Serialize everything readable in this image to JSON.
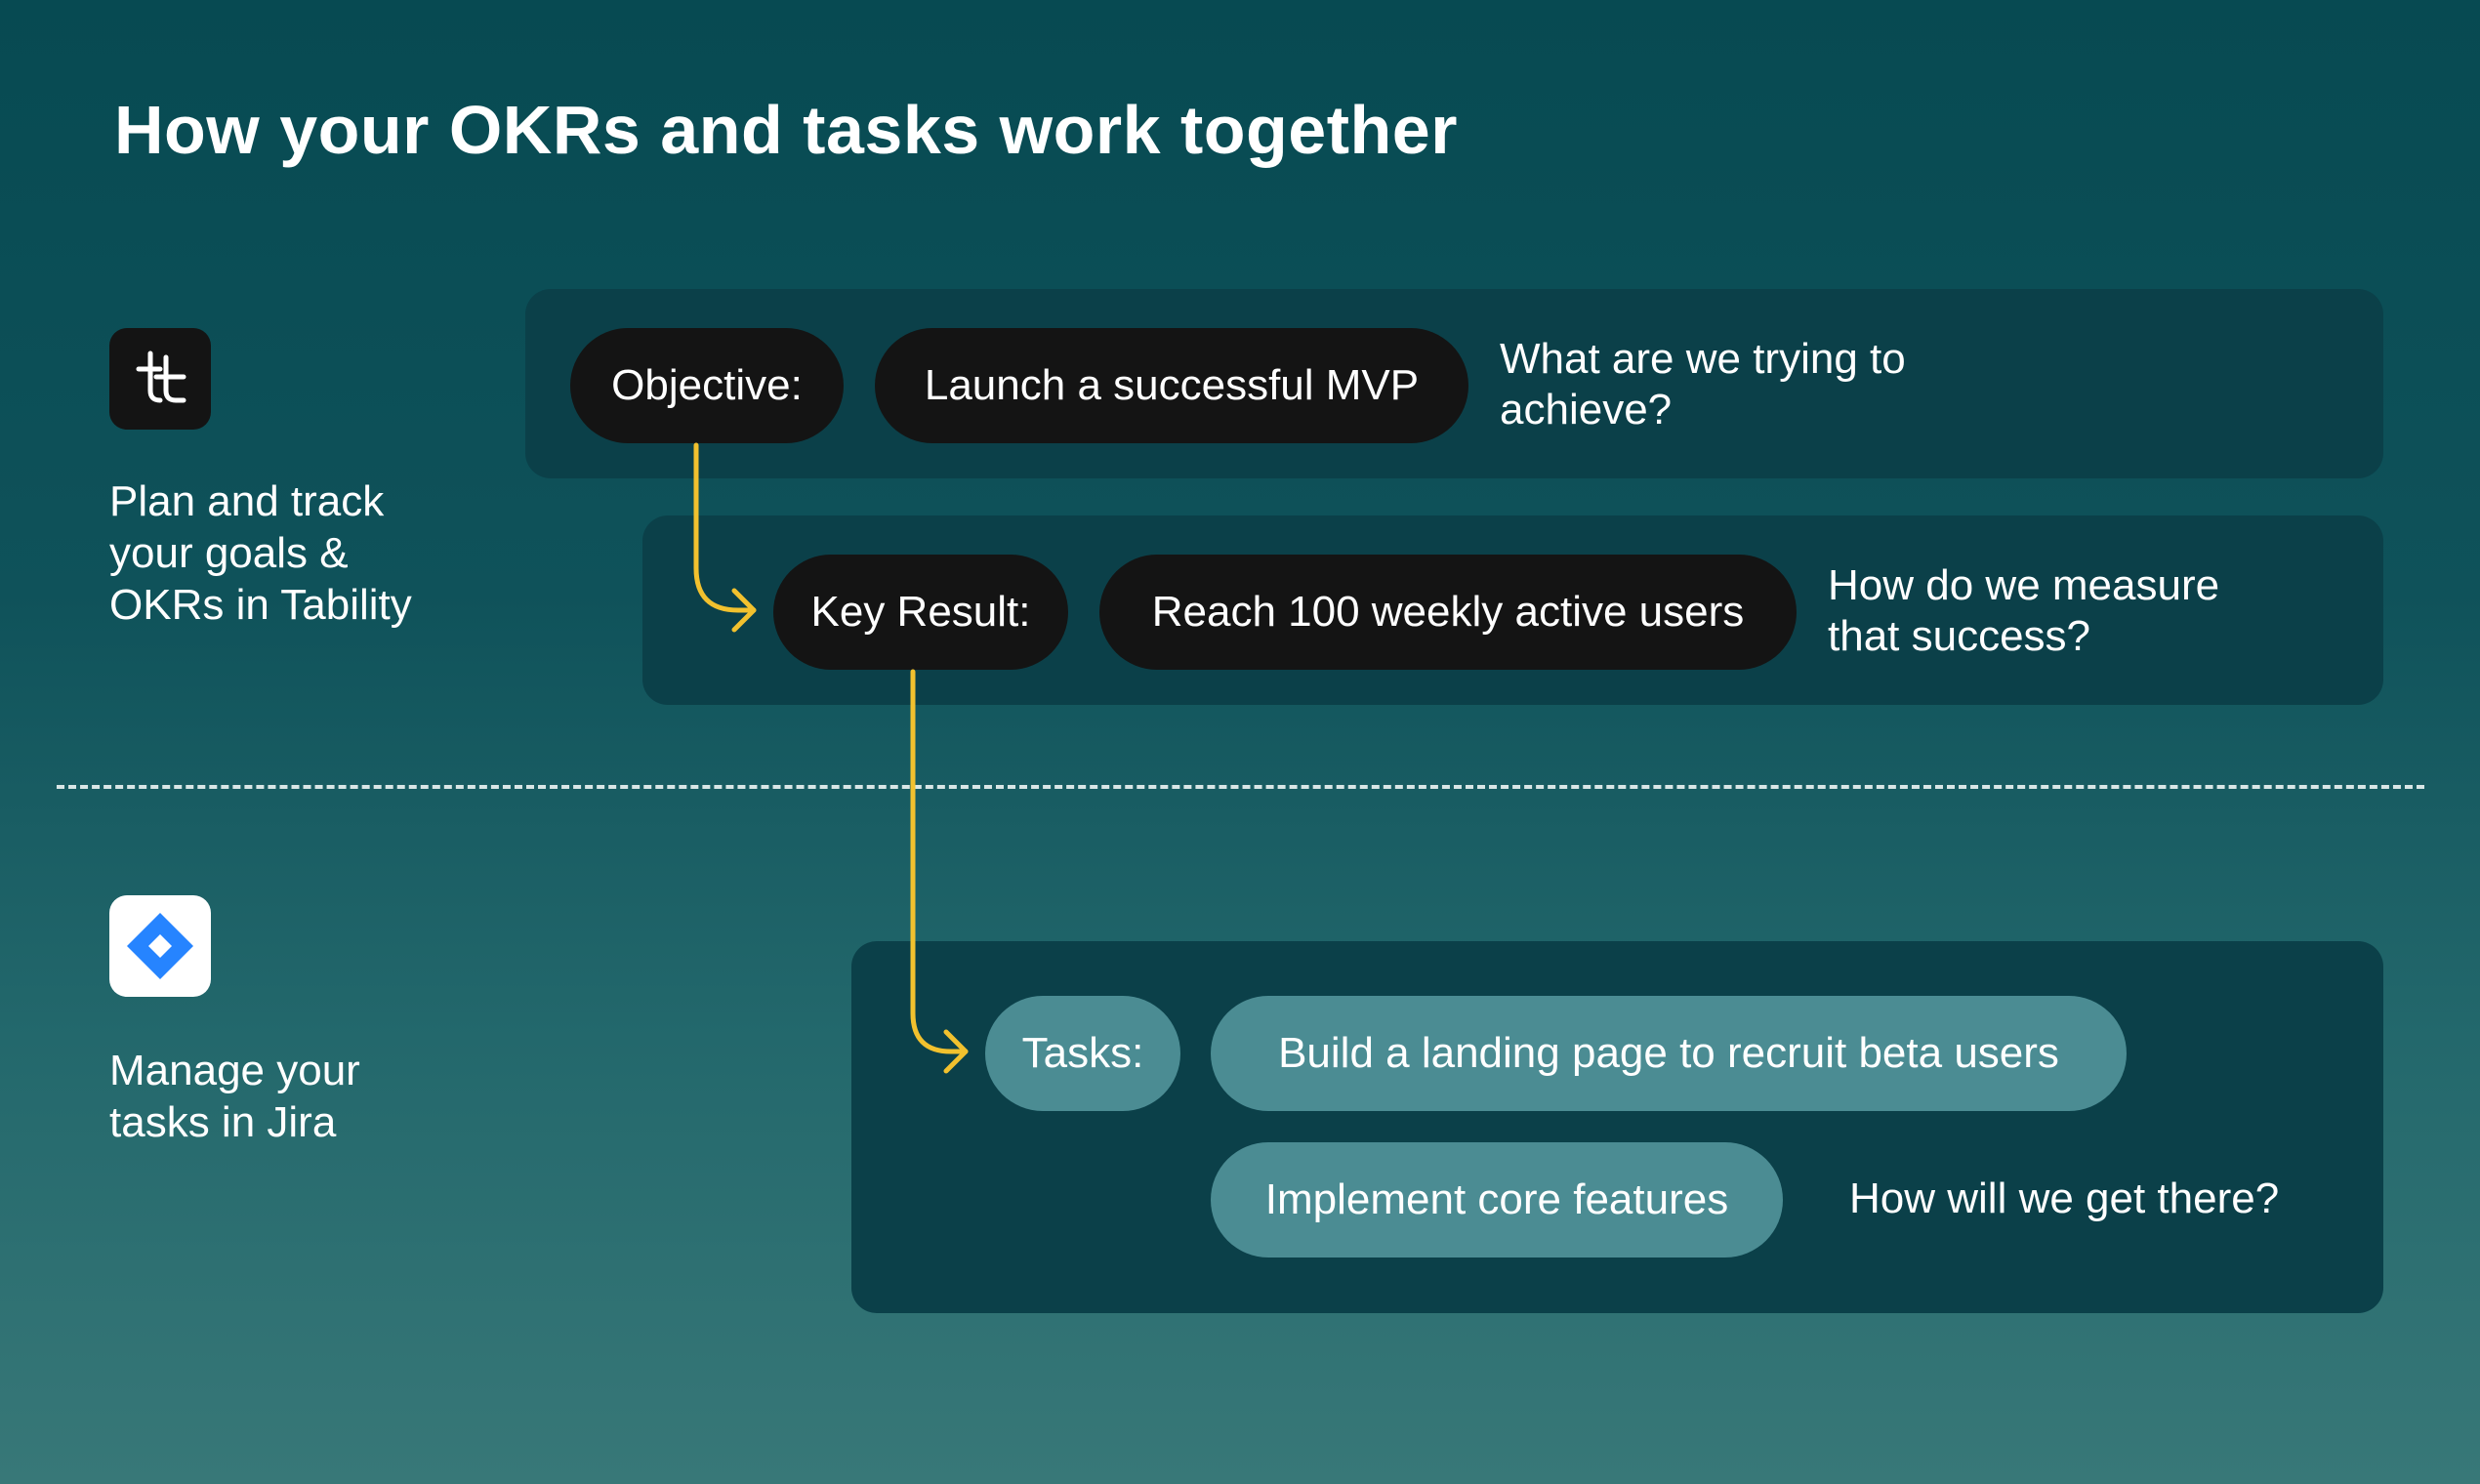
{
  "title": "How your OKRs and tasks work together",
  "tability": {
    "icon": "tability-logo-icon",
    "label_lines": [
      "Plan and track",
      "your goals &",
      "OKRs in Tability"
    ]
  },
  "jira": {
    "icon": "jira-logo-icon",
    "label_lines": [
      "Manage your",
      "tasks in Jira"
    ]
  },
  "objective": {
    "label": "Objective:",
    "value": "Launch a successful MVP",
    "question_lines": [
      "What are we trying to",
      "achieve?"
    ]
  },
  "key_result": {
    "label": "Key Result:",
    "value": "Reach 100 weekly active users",
    "question_lines": [
      "How do we measure",
      "that success?"
    ]
  },
  "tasks": {
    "label": "Tasks:",
    "items": [
      "Build a landing page to recruit beta users",
      "Implement core features"
    ],
    "question": "How will we get there?"
  },
  "colors": {
    "connector": "#f2c12e",
    "dark_pill": "#141414",
    "task_pill": "#4b8c93",
    "panel": "#0b4049",
    "jira_blue": "#2684ff"
  }
}
